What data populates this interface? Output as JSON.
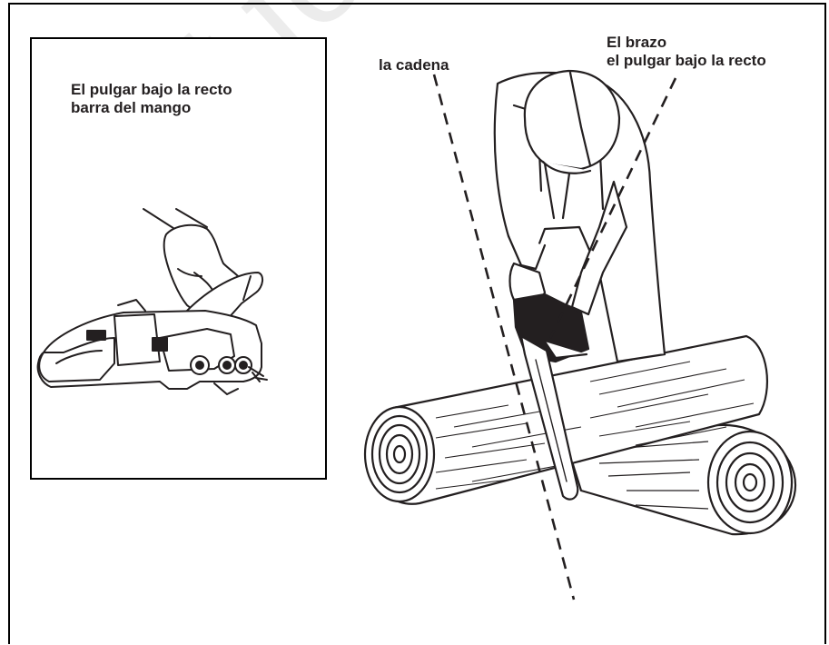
{
  "inset": {
    "caption_line1": "El pulgar bajo la recto",
    "caption_line2": "barra del mango"
  },
  "callouts": {
    "chain": "la cadena",
    "arm_line1": "El brazo",
    "arm_line2": "el pulgar bajo la recto"
  },
  "watermark": "Not for Reproduction",
  "colors": {
    "ink": "#231f20",
    "background": "#ffffff"
  },
  "icons": [
    "chainsaw-grip-illustration",
    "operator-cutting-log-illustration",
    "hard-hat-icon"
  ]
}
